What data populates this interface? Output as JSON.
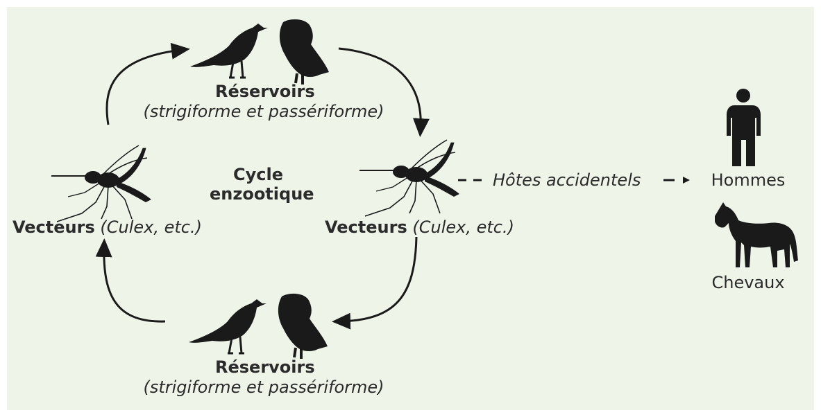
{
  "diagram": {
    "center_label": [
      "Cycle",
      "enzootique"
    ],
    "reservoir_top": {
      "title": "Réservoirs",
      "subtitle": "(strigiforme et passériforme)"
    },
    "reservoir_bottom": {
      "title": "Réservoirs",
      "subtitle": "(strigiforme et passériforme)"
    },
    "vector_left": {
      "title": "Vecteurs",
      "detail": "(Culex, etc.)"
    },
    "vector_right": {
      "title": "Vecteurs",
      "detail": "(Culex, etc.)"
    },
    "accidental_label": "Hôtes accidentels",
    "hosts": [
      "Hommes",
      "Chevaux"
    ],
    "colors": {
      "background": "#eef4e8",
      "silhouette": "#1a1a1a",
      "text": "#2b2b2b"
    }
  }
}
